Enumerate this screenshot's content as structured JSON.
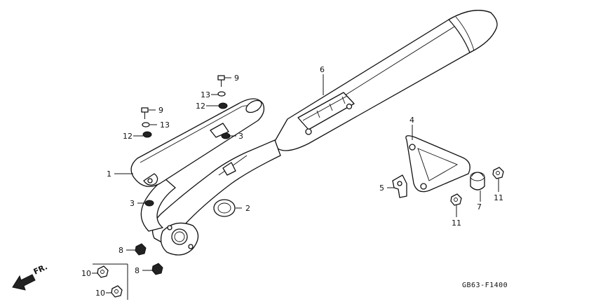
{
  "diagram_code": "GB63-F1400",
  "direction_label": "FR.",
  "callouts": {
    "c1": "1",
    "c2": "2",
    "c3a": "3",
    "c3b": "3",
    "c4": "4",
    "c5": "5",
    "c6": "6",
    "c7": "7",
    "c8a": "8",
    "c8b": "8",
    "c9a": "9",
    "c9b": "9",
    "c10a": "10",
    "c10b": "10",
    "c11a": "11",
    "c11b": "11",
    "c12a": "12",
    "c12b": "12",
    "c13a": "13",
    "c13b": "13"
  }
}
